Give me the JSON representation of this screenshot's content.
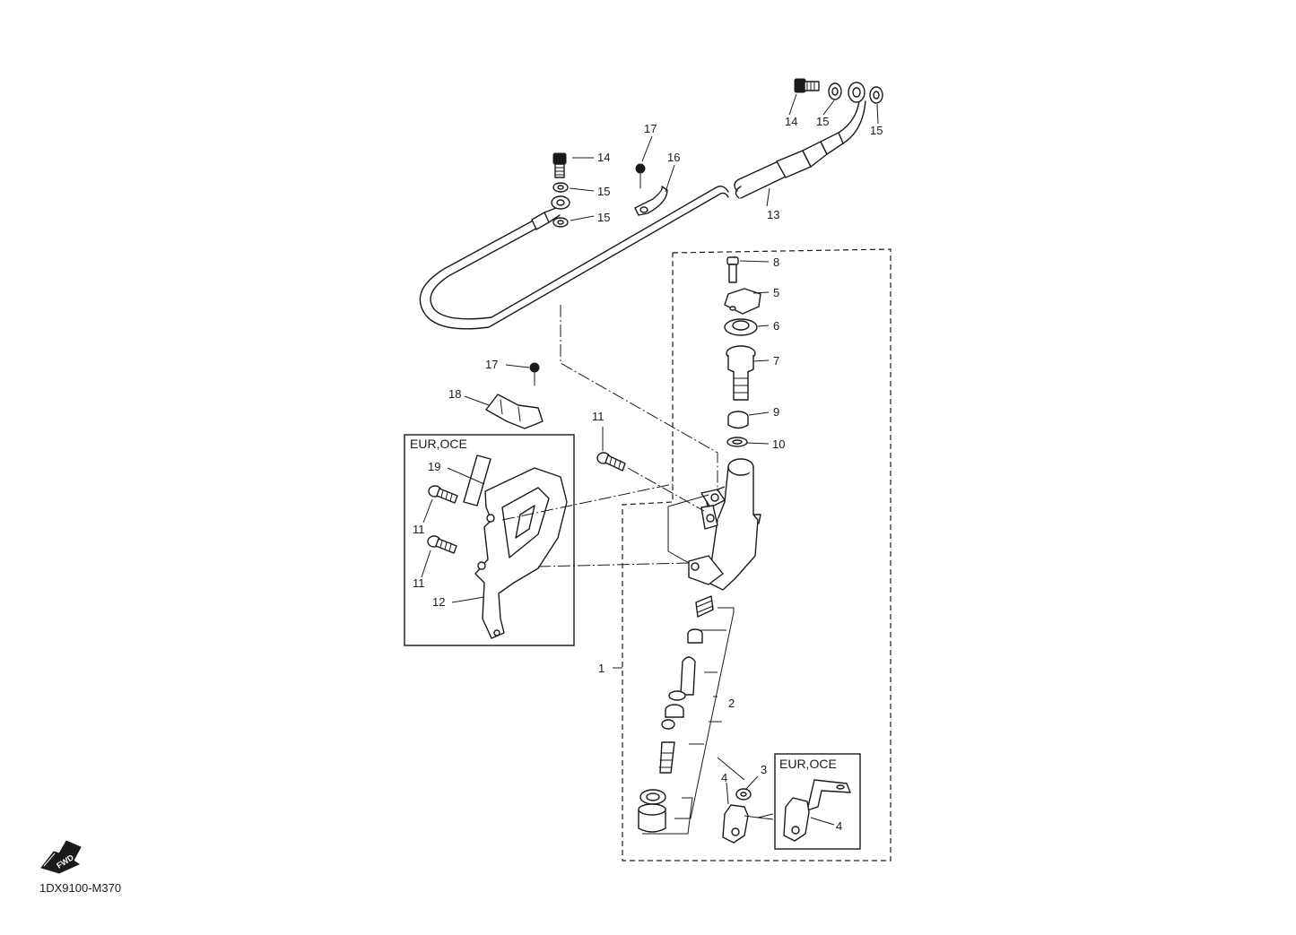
{
  "diagram_code": "1DX9100-M370",
  "fwd_label": "FWD",
  "regions": {
    "upper": "EUR,OCE",
    "lower": "EUR,OCE"
  },
  "callouts": {
    "c1": "1",
    "c2": "2",
    "c3": "3",
    "c4a": "4",
    "c4b": "4",
    "c5": "5",
    "c6": "6",
    "c7": "7",
    "c8": "8",
    "c9": "9",
    "c10": "10",
    "c11a": "11",
    "c11b": "11",
    "c11c": "11",
    "c12": "12",
    "c13": "13",
    "c14a": "14",
    "c14b": "14",
    "c15a": "15",
    "c15b": "15",
    "c15c": "15",
    "c15d": "15",
    "c16": "16",
    "c17a": "17",
    "c17b": "17",
    "c18": "18",
    "c19": "19"
  }
}
